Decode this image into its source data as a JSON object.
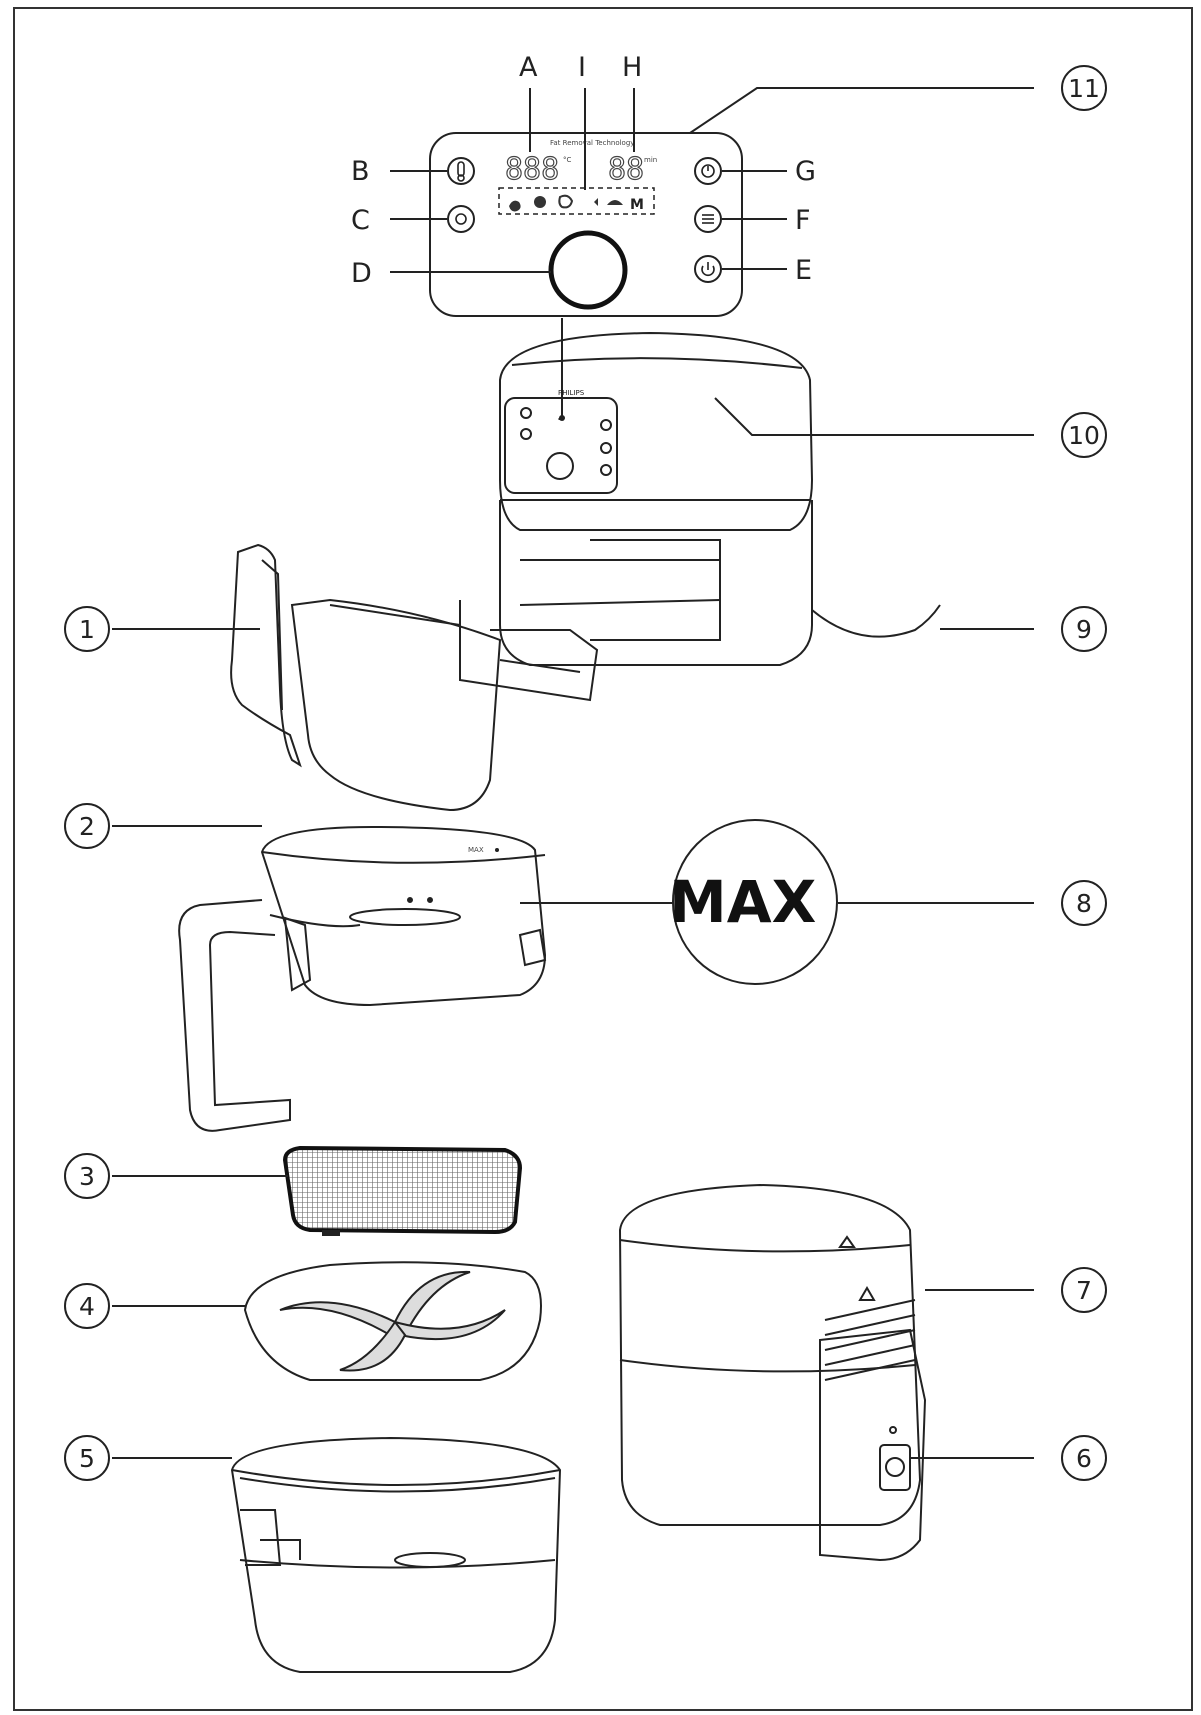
{
  "panel": {
    "brand_line": "Fat Removal Technology",
    "temp_digits": "888",
    "temp_unit": "°C",
    "time_digits": "88",
    "time_unit": "min",
    "preset_mode": "M"
  },
  "product": {
    "brand": "PHILIPS"
  },
  "max_marker": {
    "label": "MAX",
    "small_label": "MAX"
  },
  "letter_callouts": [
    "A",
    "I",
    "H",
    "B",
    "C",
    "D",
    "G",
    "F",
    "E"
  ],
  "number_callouts": [
    "1",
    "2",
    "3",
    "4",
    "5",
    "6",
    "7",
    "8",
    "9",
    "10",
    "11"
  ]
}
